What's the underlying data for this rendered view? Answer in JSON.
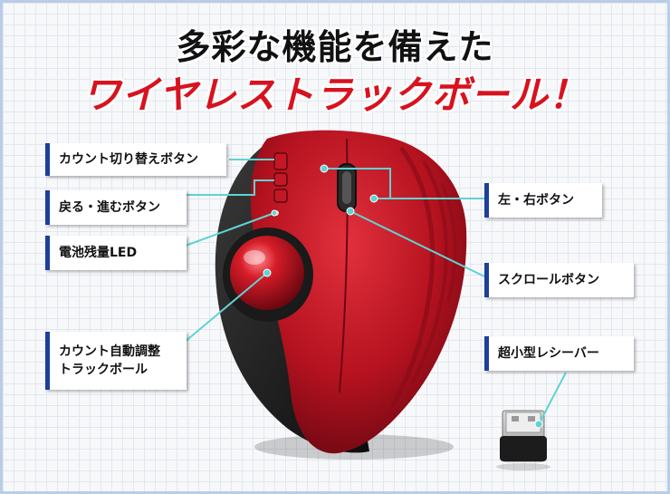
{
  "title": {
    "line1": "多彩な機能を備えた",
    "line2": "ワイヤレストラックボール！"
  },
  "labels": {
    "count_switch": "カウント切り替えボタン",
    "back_forward": "戻る・進むボタン",
    "battery_led": "電池残量LED",
    "auto_adjust_trackball": "カウント自動調整\nトラックボール",
    "left_right": "左・右ボタン",
    "scroll": "スクロールボタン",
    "receiver": "超小型レシーバー"
  },
  "colors": {
    "title_black": "#111111",
    "title_red": "#d8121e",
    "label_accent": "#1d3f9a",
    "leader_line": "#5fd3d3",
    "mouse_red": "#b5121f",
    "frame_border": "#b9cde8"
  }
}
